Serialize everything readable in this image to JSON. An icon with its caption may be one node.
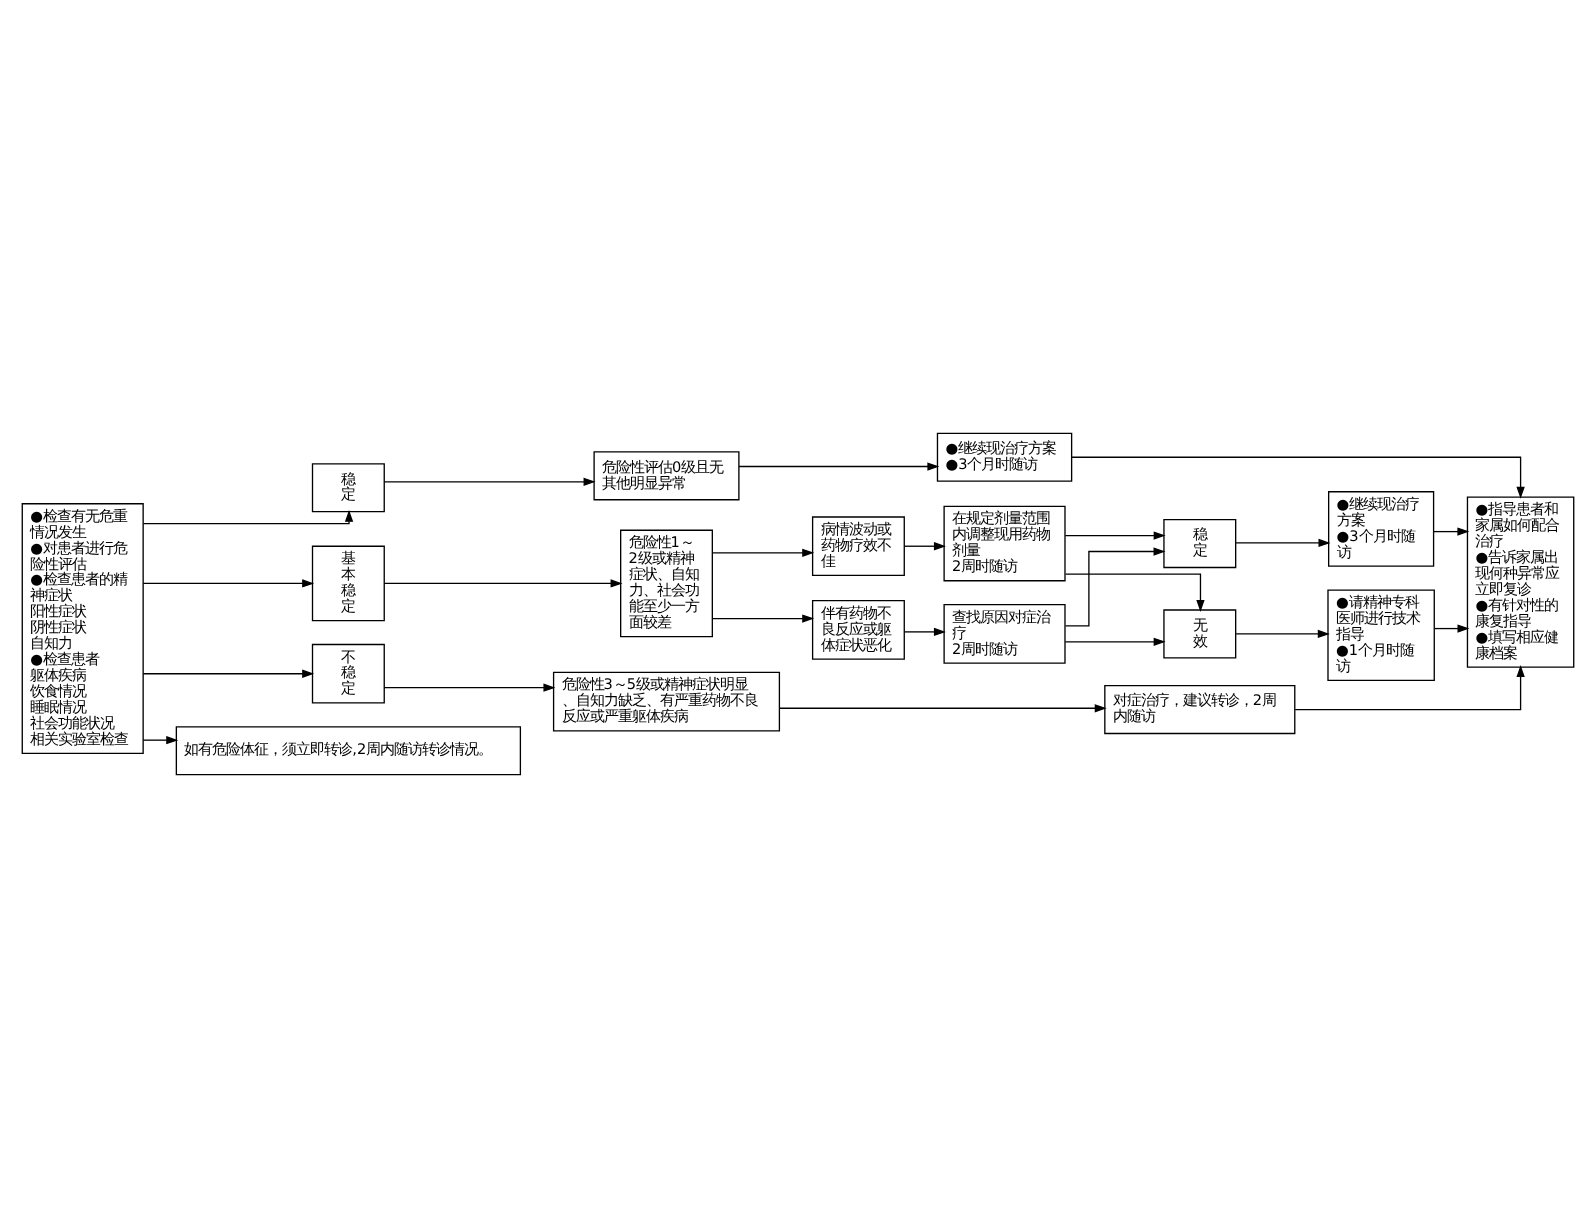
{
  "diagram": {
    "nodes": [
      {
        "text": [
          "●检查有无危重情况发生",
          "●对患者进行危险性评估",
          "●检查患者的精神症状",
          "阳性症状",
          "阴性症状",
          "自知力",
          "●检查患者",
          "躯体疾病",
          "饮食情况",
          "睡眠情况",
          "社会功能状况",
          "相关实验室检查"
        ]
      },
      {
        "text": [
          "稳定"
        ]
      },
      {
        "text": [
          "危险性评估0级且无其他明显异常"
        ]
      },
      {
        "text": [
          "●继续现治疗方案",
          "●3个月时随访"
        ]
      },
      {
        "text": [
          "基本稳定"
        ]
      },
      {
        "text": [
          "危险性1～2级或精神症状、自知力、社会功能至少一方面较差"
        ]
      },
      {
        "text": [
          "病情波动或药物疗效不佳"
        ]
      },
      {
        "text": [
          "伴有药物不良反应或躯体症状恶化"
        ]
      },
      {
        "text": [
          "在规定剂量范围内调整现用药物剂量",
          "2周时随访"
        ]
      },
      {
        "text": [
          "查找原因对症治疗",
          "2周时随访"
        ]
      },
      {
        "text": [
          "稳定"
        ]
      },
      {
        "text": [
          "无效"
        ]
      },
      {
        "text": [
          "●继续现治疗方案",
          "●3个月时随访"
        ]
      },
      {
        "text": [
          "●请精神专科医师进行技术指导",
          "●1个月时随访"
        ]
      },
      {
        "text": [
          "●指导患者和家属如何配合治疗",
          "●告诉家属出现何种异常应立即复诊",
          "●有针对性的康复指导",
          "●填写相应健康档案"
        ]
      },
      {
        "text": [
          "不稳定"
        ]
      },
      {
        "text": [
          "危险性3～5级或精神症状明显、自知力缺乏、有严重药物不良反应或严重躯体疾病"
        ]
      },
      {
        "text": [
          "对症治疗，建议转诊，2周内随访"
        ]
      },
      {
        "text": [
          "如有危险体征，须立即转诊,2周内随访转诊情况。"
        ]
      }
    ],
    "edges": [
      {
        "from": 0,
        "to": 1,
        "arrow": "to"
      },
      {
        "from": 0,
        "to": 4,
        "arrow": "to"
      },
      {
        "from": 0,
        "to": 15,
        "arrow": "to"
      },
      {
        "from": 0,
        "to": 18,
        "arrow": "to"
      },
      {
        "from": 1,
        "to": 2,
        "arrow": "to"
      },
      {
        "from": 2,
        "to": 3,
        "arrow": "to"
      },
      {
        "from": 3,
        "to": 14,
        "arrow": "to"
      },
      {
        "from": 4,
        "to": 5,
        "arrow": "to"
      },
      {
        "from": 5,
        "to": 6,
        "arrow": "to"
      },
      {
        "from": 5,
        "to": 7,
        "arrow": "to"
      },
      {
        "from": 6,
        "to": 8,
        "arrow": "to"
      },
      {
        "from": 7,
        "to": 9,
        "arrow": "to"
      },
      {
        "from": 8,
        "to": 10,
        "arrow": "to"
      },
      {
        "from": 8,
        "to": 11,
        "arrow": "to"
      },
      {
        "from": 9,
        "to": 10,
        "arrow": "to"
      },
      {
        "from": 9,
        "to": 11,
        "arrow": "to"
      },
      {
        "from": 10,
        "to": 12,
        "arrow": "to"
      },
      {
        "from": 11,
        "to": 13,
        "arrow": "to"
      },
      {
        "from": 12,
        "to": 14,
        "arrow": "to"
      },
      {
        "from": 13,
        "to": 14,
        "arrow": "to"
      },
      {
        "from": 15,
        "to": 16,
        "arrow": "to"
      },
      {
        "from": 16,
        "to": 17,
        "arrow": "to"
      },
      {
        "from": 17,
        "to": 14,
        "arrow": "to"
      }
    ]
  }
}
